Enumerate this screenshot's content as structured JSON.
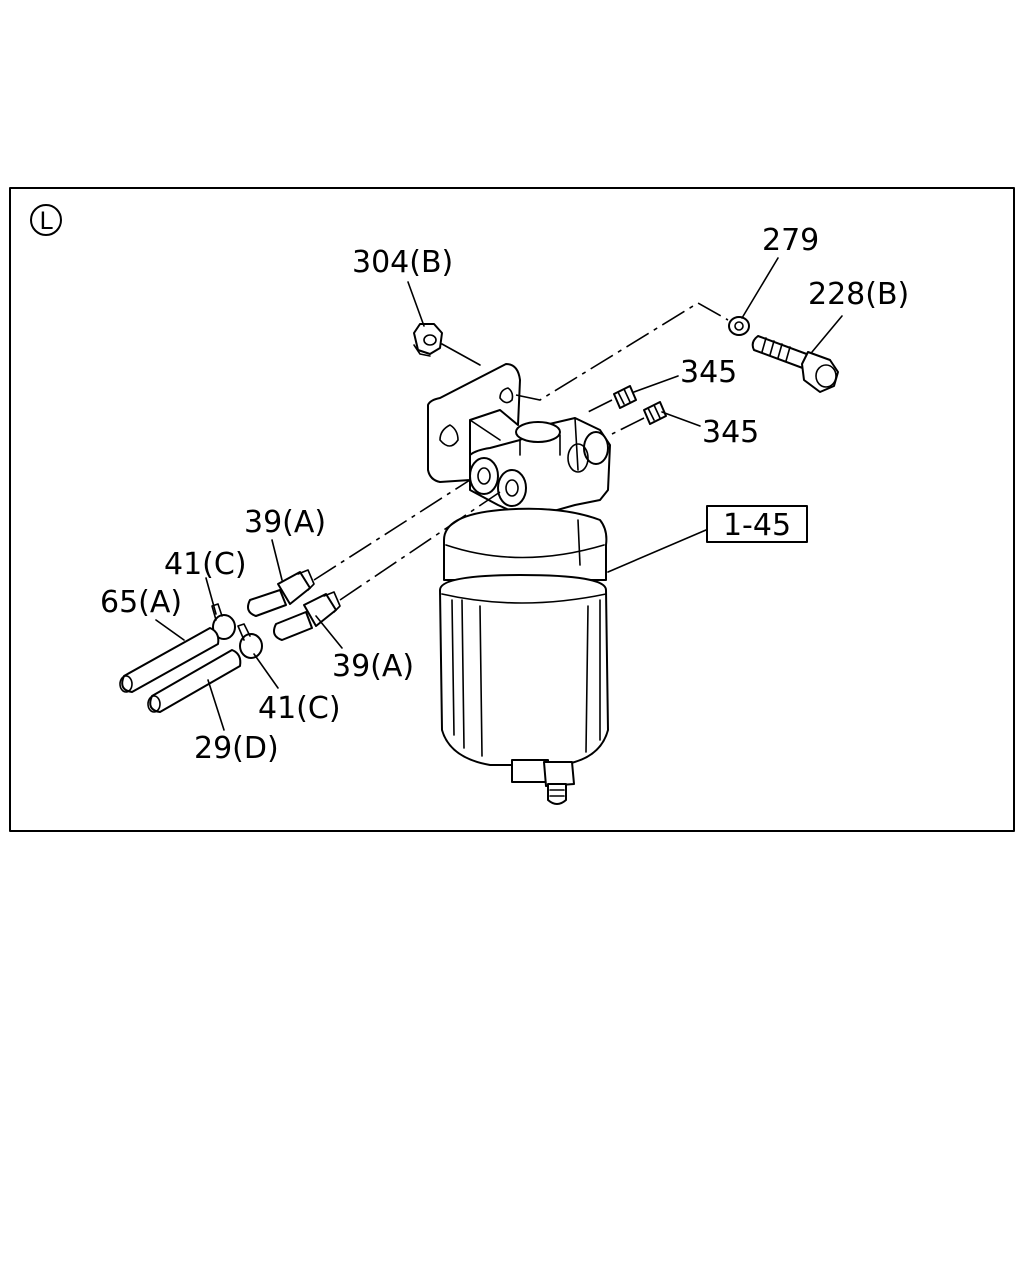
{
  "diagram": {
    "view_marker": "L",
    "assembly_ref": "1-45",
    "callouts": {
      "c304b": "304(B)",
      "c279": "279",
      "c228b": "228(B)",
      "c345a": "345",
      "c345b": "345",
      "c39a_upper": "39(A)",
      "c39a_lower": "39(A)",
      "c41c_upper": "41(C)",
      "c41c_lower": "41(C)",
      "c65a": "65(A)",
      "c29d": "29(D)"
    }
  }
}
